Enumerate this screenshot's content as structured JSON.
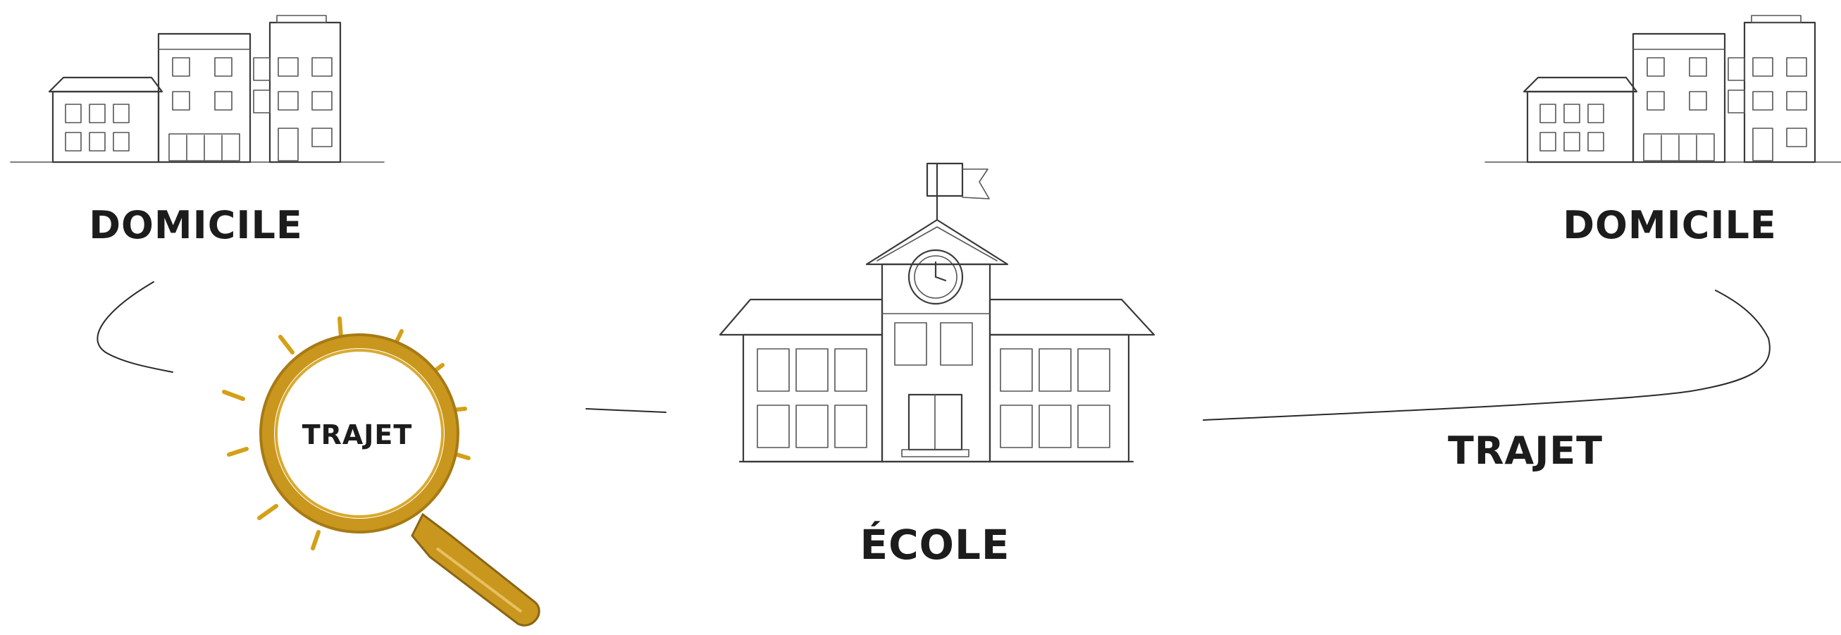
{
  "diagram": {
    "nodes": {
      "home_left": {
        "label": "DOMICILE",
        "icon": "apartment-buildings-icon"
      },
      "school": {
        "label": "ÉCOLE",
        "icon": "school-building-icon"
      },
      "home_right": {
        "label": "DOMICILE",
        "icon": "apartment-buildings-icon"
      }
    },
    "edges": {
      "magnified": {
        "label": "TRAJET",
        "icon": "magnifying-glass-icon"
      },
      "right": {
        "label": "TRAJET"
      }
    }
  },
  "colors": {
    "ink": "#1c1c1c",
    "sketch": "#3a3a3a",
    "highlight": "#d4a017"
  }
}
